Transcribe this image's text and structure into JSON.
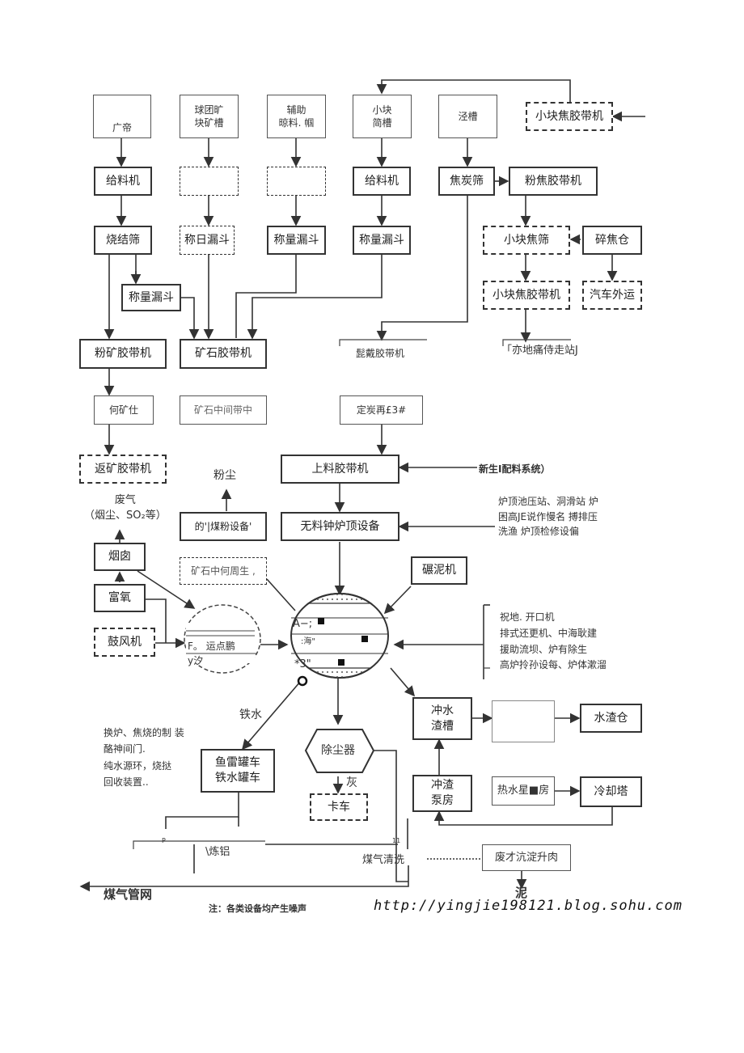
{
  "boxes": {
    "guangdi": "广帝",
    "qiutuan": "球团旷\n块矿槽",
    "fuzhu": "辅助\n晾料. 帼",
    "xiaokuai": "小块\n简槽",
    "jingcao": "泾槽",
    "xiaokuai_jiao_daidai_top": "小块焦胶带机",
    "geiliao_1": "给料机",
    "geiliao_4": "给料机",
    "jiaotan_shai": "焦炭筛",
    "fenjiao_daidai": "粉焦胶带机",
    "shaojie_shai": "烧结筛",
    "cheng_broken": "称日漏斗",
    "chengliang_3": "称量漏斗",
    "chengliang_4": "称量漏斗",
    "xiaokuai_jiao_shai": "小块焦筛",
    "suijiao_cang": "碎焦仓",
    "chengliang_5": "称量漏斗",
    "xiaokuai_jiao_daidai_2": "小块焦胶带机",
    "qiche_waiyun": "汽车外运",
    "fenkuang_daidai": "粉矿胶带机",
    "kuangshi_daidai": "矿石胶带机",
    "jiao_daidai_open": "髭戴胶带机",
    "yidi_tongshi": "「亦地痛侍走站J",
    "hekuang": "何矿仕",
    "kuangshi_zhongjian": "矿石中间带中",
    "dingtan": "定炭再£3#",
    "fankuang_daidai": "返矿胶带机",
    "shangliao_daidai": "上料胶带机",
    "xinsheng_peiliao": "新生I配料系统）",
    "fenchen": "粉尘",
    "feiqi": "废气\n（烟尘、SO₂等）",
    "meifen_sheshe": "的'|煤粉设备'",
    "wuliao_zhong": "无料钟炉顶设备",
    "luding_text": "炉顶池压站、洞滑站  炉\n困高JE说作慢名  搏排压\n洗渔  炉顶检修设偏",
    "yanyin": "烟囱",
    "kuangshi_zhonghe": "矿石中何周生 ,",
    "nining": "碾泥机",
    "fuyang": "富氧",
    "guofeng": "鼓风机",
    "hot_f": "F。  运点鹏",
    "hot_y": "y汐",
    "bf_a": "A−;",
    "bf_hai": ":海\"",
    "bf_3": "*3\"",
    "right_text": "祝地. 开口机\n排式还更机、中海耿建\n援助流坝、炉有除生\n高炉拎孙设每、炉体漱溜",
    "tieshui": "铁水",
    "chongshui_zhacao": "冲水\n渣槽",
    "shuizha_cang": "水渣仓",
    "left_text": "换炉、焦烧的制  装\n酪神间门.\n纯水源环，烧挞\n回收装置..",
    "yuleiguan": "鱼雷罐车\n铁水罐车",
    "chuchenqi": "除尘器",
    "hui": "灰",
    "kache": "卡车",
    "chongzha_bengfang": "冲渣\n泵房",
    "reshui_bengfang": "热水星■房",
    "lengquetaa": "冷却塔",
    "lianlv": "\\炼铝",
    "meiqi_qingxi": "煤气清洗",
    "feicai_chendian": "废才沆淀升肉",
    "meiqi_guanwang": "煤气管网",
    "ni": "泥",
    "note": "注：各类设备均产生噪声",
    "url": "http://yingjie198121.blog.sohu.com",
    "tag_p": "P",
    "tag_11": "11"
  }
}
